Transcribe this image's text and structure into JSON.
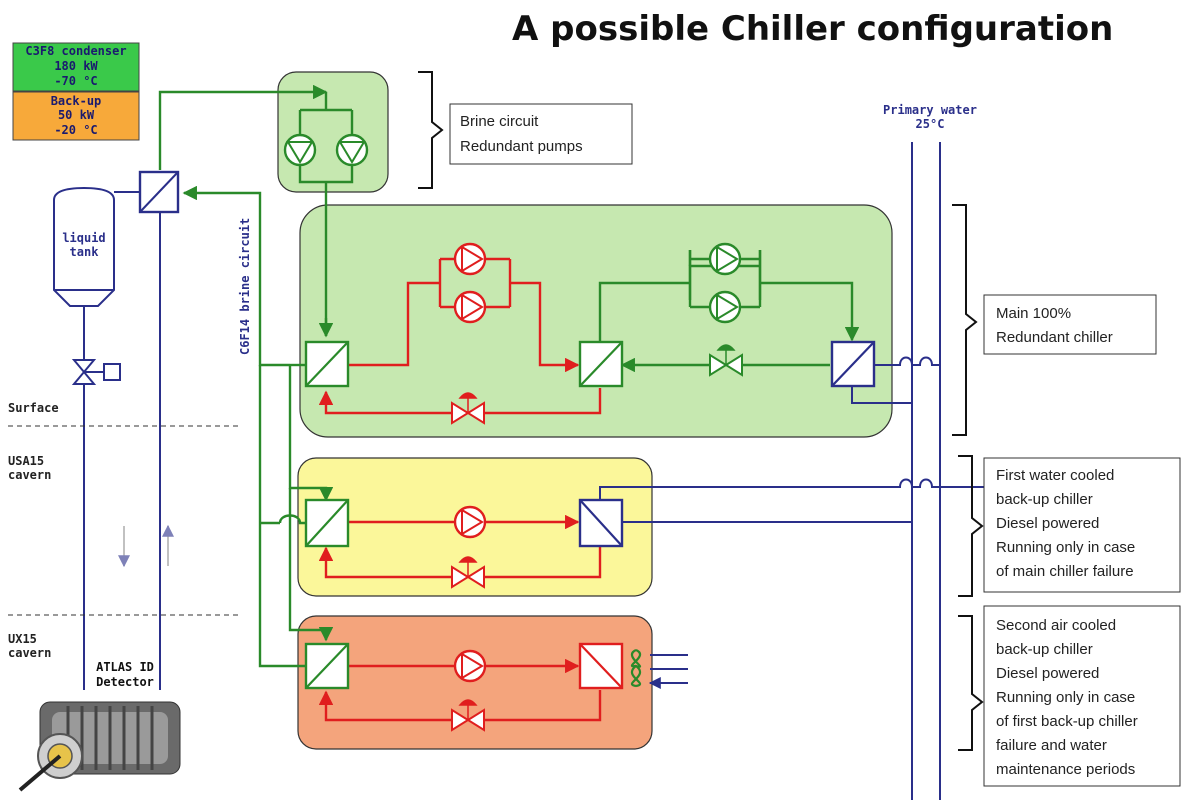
{
  "title": "A possible Chiller configuration",
  "legend": {
    "condenser": [
      "C3F8 condenser",
      "180 kW",
      "-70 °C"
    ],
    "backup": [
      "Back-up",
      "50 kW",
      "-20 °C"
    ]
  },
  "tank_label": [
    "liquid",
    "tank"
  ],
  "brine_vertical_label": "C6F14 brine circuit",
  "primary_water": [
    "Primary water",
    "25°C"
  ],
  "levels": {
    "surface": "Surface",
    "usa15": [
      "USA15",
      "cavern"
    ],
    "ux15": [
      "UX15",
      "cavern"
    ]
  },
  "detector_label": [
    "ATLAS ID",
    "Detector"
  ],
  "annotations": {
    "brine": [
      "Brine circuit",
      "Redundant pumps"
    ],
    "main": [
      "Main 100%",
      "Redundant chiller"
    ],
    "first_backup": [
      "First water cooled",
      "back-up chiller",
      "Diesel powered",
      "Running only in case",
      "of main chiller failure"
    ],
    "second_backup": [
      "Second air cooled",
      "back-up chiller",
      "Diesel powered",
      "Running only in case",
      "of first back-up chiller",
      "failure and water",
      "maintenance periods"
    ]
  },
  "colors": {
    "green_circuit": "#2a8a2a",
    "red_circuit": "#e01e1e",
    "blue_circuit": "#2a2f8a",
    "main_panel": "#c6e8b0",
    "first_backup_panel": "#fbf79a",
    "second_backup_panel": "#f4a47c",
    "condenser_bg": "#3ac94a",
    "backup_bg": "#f7a93a"
  }
}
